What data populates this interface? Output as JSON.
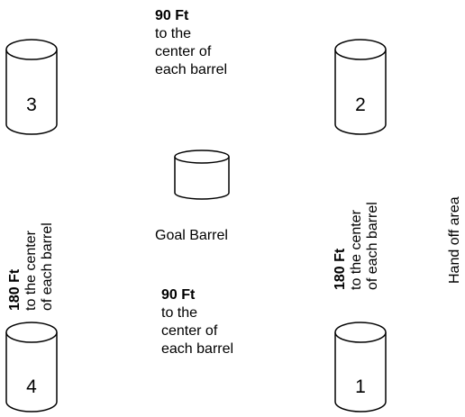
{
  "barrels": [
    {
      "id": "barrel-3",
      "label": "3"
    },
    {
      "id": "barrel-2",
      "label": "2"
    },
    {
      "id": "barrel-4",
      "label": "4"
    },
    {
      "id": "barrel-1",
      "label": "1"
    },
    {
      "id": "goal-barrel",
      "label": ""
    }
  ],
  "top_distance": {
    "value": "90 Ft",
    "lines": [
      "to the",
      "center of",
      "each barrel"
    ]
  },
  "bottom_distance": {
    "value": "90 Ft",
    "lines": [
      "to the",
      "center of",
      "each barrel"
    ]
  },
  "left_distance": {
    "value": "180 Ft",
    "lines": [
      "to the center",
      "of each barrel"
    ]
  },
  "right_distance": {
    "value": "180 Ft",
    "lines": [
      "to  the  center",
      "of each barrel"
    ]
  },
  "goal_label": "Goal Barrel",
  "handoff_label": "Hand off area",
  "colors": {
    "stroke": "#000000",
    "fill": "#ffffff"
  }
}
